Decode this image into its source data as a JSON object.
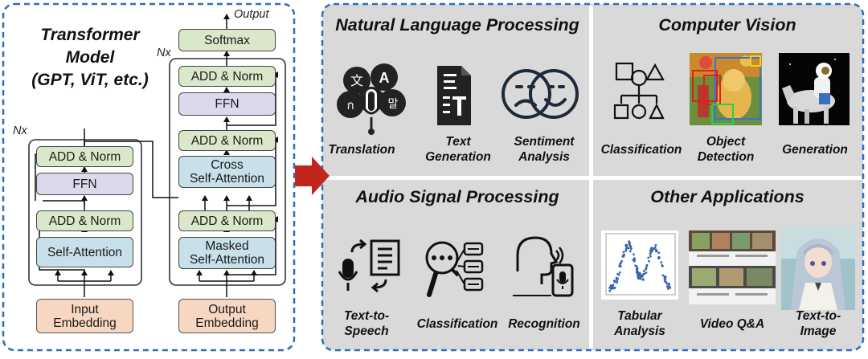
{
  "transformer": {
    "title": "Transformer\nModel\n(GPT, ViT, etc.)",
    "output_label": "Output",
    "nx_label": "Nx",
    "encoder": {
      "norm_top": "ADD & Norm",
      "ffn": "FFN",
      "norm_mid": "ADD & Norm",
      "self_attention": "Self-Attention",
      "input_embedding": "Input\nEmbedding"
    },
    "decoder": {
      "softmax": "Softmax",
      "norm_top": "ADD & Norm",
      "ffn": "FFN",
      "norm_cross": "ADD & Norm",
      "cross_attention": "Cross\nSelf-Attention",
      "norm_masked": "ADD & Norm",
      "masked_attention": "Masked\nSelf-Attention",
      "output_embedding": "Output\nEmbedding"
    }
  },
  "panels": {
    "nlp": {
      "title": "Natural Language Processing",
      "items": [
        {
          "label": "Translation",
          "icon": "translation-icon"
        },
        {
          "label": "Text\nGeneration",
          "icon": "text-generation-icon"
        },
        {
          "label": "Sentiment\nAnalysis",
          "icon": "sentiment-analysis-icon"
        }
      ]
    },
    "cv": {
      "title": "Computer Vision",
      "items": [
        {
          "label": "Classification",
          "icon": "shapes-classification-icon"
        },
        {
          "label": "Object\nDetection",
          "icon": "object-detection-image"
        },
        {
          "label": "Generation",
          "icon": "generated-astronaut-image"
        }
      ]
    },
    "audio": {
      "title": "Audio Signal Processing",
      "items": [
        {
          "label": "Text-to-\nSpeech",
          "icon": "text-to-speech-icon"
        },
        {
          "label": "Classification",
          "icon": "audio-classification-icon"
        },
        {
          "label": "Recognition",
          "icon": "speech-recognition-icon"
        }
      ]
    },
    "other": {
      "title": "Other Applications",
      "items": [
        {
          "label": "Tabular\nAnalysis",
          "icon": "scatter-plot-image"
        },
        {
          "label": "Video Q&A",
          "icon": "video-frames-image"
        },
        {
          "label": "Text-to-\nImage",
          "icon": "anime-portrait-image"
        }
      ]
    }
  },
  "colors": {
    "dashed_border": "#2e6fbd",
    "panel_bg": "#d9d9d9",
    "norm_fill": "#d9e8c9",
    "ffn_fill": "#ddd8ec",
    "attention_fill": "#c8e0ea",
    "embedding_fill": "#f7d6c2",
    "arrow_red": "#c0261d"
  }
}
